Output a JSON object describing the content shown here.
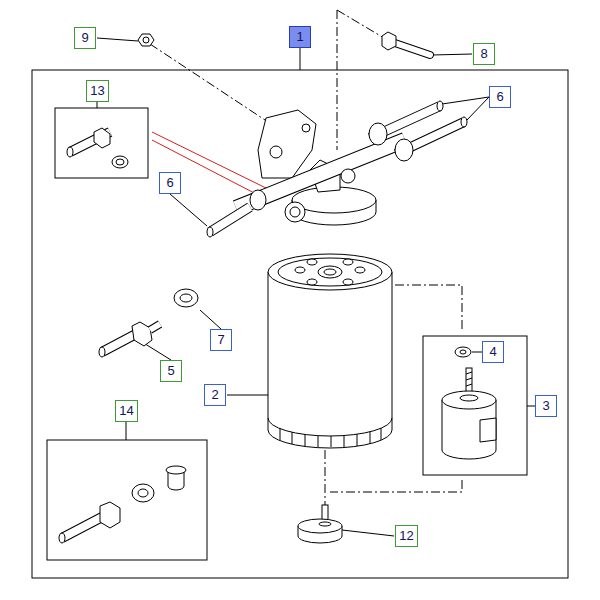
{
  "diagram": {
    "nodes": [
      {
        "text": [
          "9"
        ]
      },
      {
        "text": [
          "1"
        ]
      },
      {
        "text": [
          "8"
        ]
      },
      {
        "text": [
          "13"
        ]
      },
      {
        "text": [
          "6"
        ]
      },
      {
        "text": [
          "6"
        ]
      },
      {
        "text": [
          "7"
        ]
      },
      {
        "text": [
          "4"
        ]
      },
      {
        "text": [
          "5"
        ]
      },
      {
        "text": [
          "2"
        ]
      },
      {
        "text": [
          "3"
        ]
      },
      {
        "text": [
          "14"
        ]
      },
      {
        "text": [
          "12"
        ]
      }
    ]
  }
}
